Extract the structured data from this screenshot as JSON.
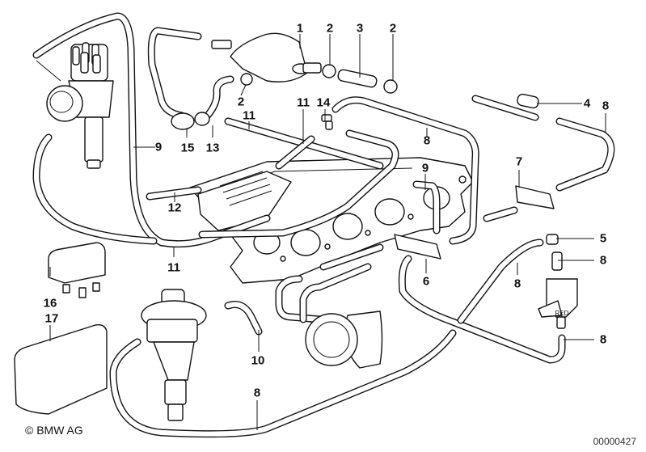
{
  "diagram": {
    "title": "Vacuum control / emission hoses parts diagram",
    "callouts": [
      {
        "id": "c1",
        "label": "1"
      },
      {
        "id": "c2a",
        "label": "2"
      },
      {
        "id": "c3",
        "label": "3"
      },
      {
        "id": "c2b",
        "label": "2"
      },
      {
        "id": "c2c",
        "label": "2"
      },
      {
        "id": "c4",
        "label": "4"
      },
      {
        "id": "c8a",
        "label": "8"
      },
      {
        "id": "c11a",
        "label": "11"
      },
      {
        "id": "c14",
        "label": "14"
      },
      {
        "id": "c8b",
        "label": "8"
      },
      {
        "id": "c9a",
        "label": "9"
      },
      {
        "id": "c15",
        "label": "15"
      },
      {
        "id": "c13",
        "label": "13"
      },
      {
        "id": "c7",
        "label": "7"
      },
      {
        "id": "c9b",
        "label": "9"
      },
      {
        "id": "c12",
        "label": "12"
      },
      {
        "id": "c11b",
        "label": "11"
      },
      {
        "id": "c5",
        "label": "5"
      },
      {
        "id": "c8c",
        "label": "8"
      },
      {
        "id": "c6",
        "label": "6"
      },
      {
        "id": "c8d",
        "label": "8"
      },
      {
        "id": "c16",
        "label": "16"
      },
      {
        "id": "c17",
        "label": "17"
      },
      {
        "id": "c10",
        "label": "10"
      },
      {
        "id": "c8e",
        "label": "8"
      },
      {
        "id": "c8f",
        "label": "8"
      }
    ],
    "component_labels": {
      "valve_marking": "RED"
    }
  },
  "footer": {
    "copyright": "© BMW AG",
    "diagram_number": "00000427"
  }
}
